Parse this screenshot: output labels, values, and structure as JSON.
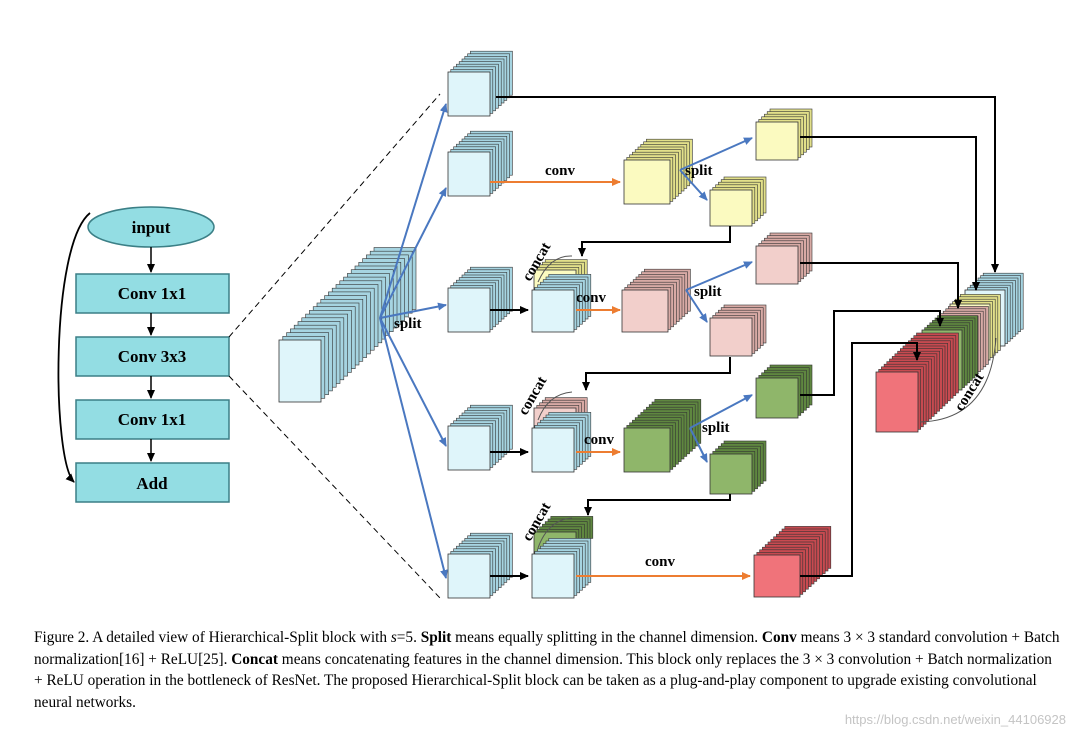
{
  "flow": {
    "input": "input",
    "conv1": "Conv 1x1",
    "conv3": "Conv 3x3",
    "conv1b": "Conv 1x1",
    "add": "Add"
  },
  "labels": {
    "split": "split",
    "conv": "conv",
    "concat": "concat"
  },
  "caption": {
    "prefix": "Figure 2. A detailed view of Hierarchical-Split block with ",
    "s_var": "s",
    "s_val": "=5. ",
    "split_bold": "Split",
    "split_text": " means equally splitting in the channel dimension. ",
    "conv_bold": "Conv",
    "conv_text": " means 3 × 3 standard convolution + Batch normalization[16] + ReLU[25]. ",
    "concat_bold": "Concat",
    "concat_text": " means concatenating features in the channel dimension. This block only replaces the 3 × 3 convolution + Batch normalization + ReLU operation in the bottleneck of ResNet. The proposed Hierarchical-Split block can be taken as a plug-and-play component to upgrade existing convolutional neural networks."
  },
  "watermark": "https://blog.csdn.net/weixin_44106928",
  "colors": {
    "flow_box": "#93dde3",
    "flow_border": "#3b7f86",
    "blue_front": "#dff5fa",
    "blue_side": "#a6d4e1",
    "yellow_front": "#fbfac0",
    "yellow_side": "#e2e08a",
    "pink_front": "#f2cfcb",
    "pink_side": "#d8aaa5",
    "green_front": "#8fb66a",
    "green_side": "#5f8740",
    "red_front": "#f0737a",
    "red_side": "#c74a50",
    "split_arrow": "#4a78c0",
    "conv_arrow": "#ed7d31"
  }
}
